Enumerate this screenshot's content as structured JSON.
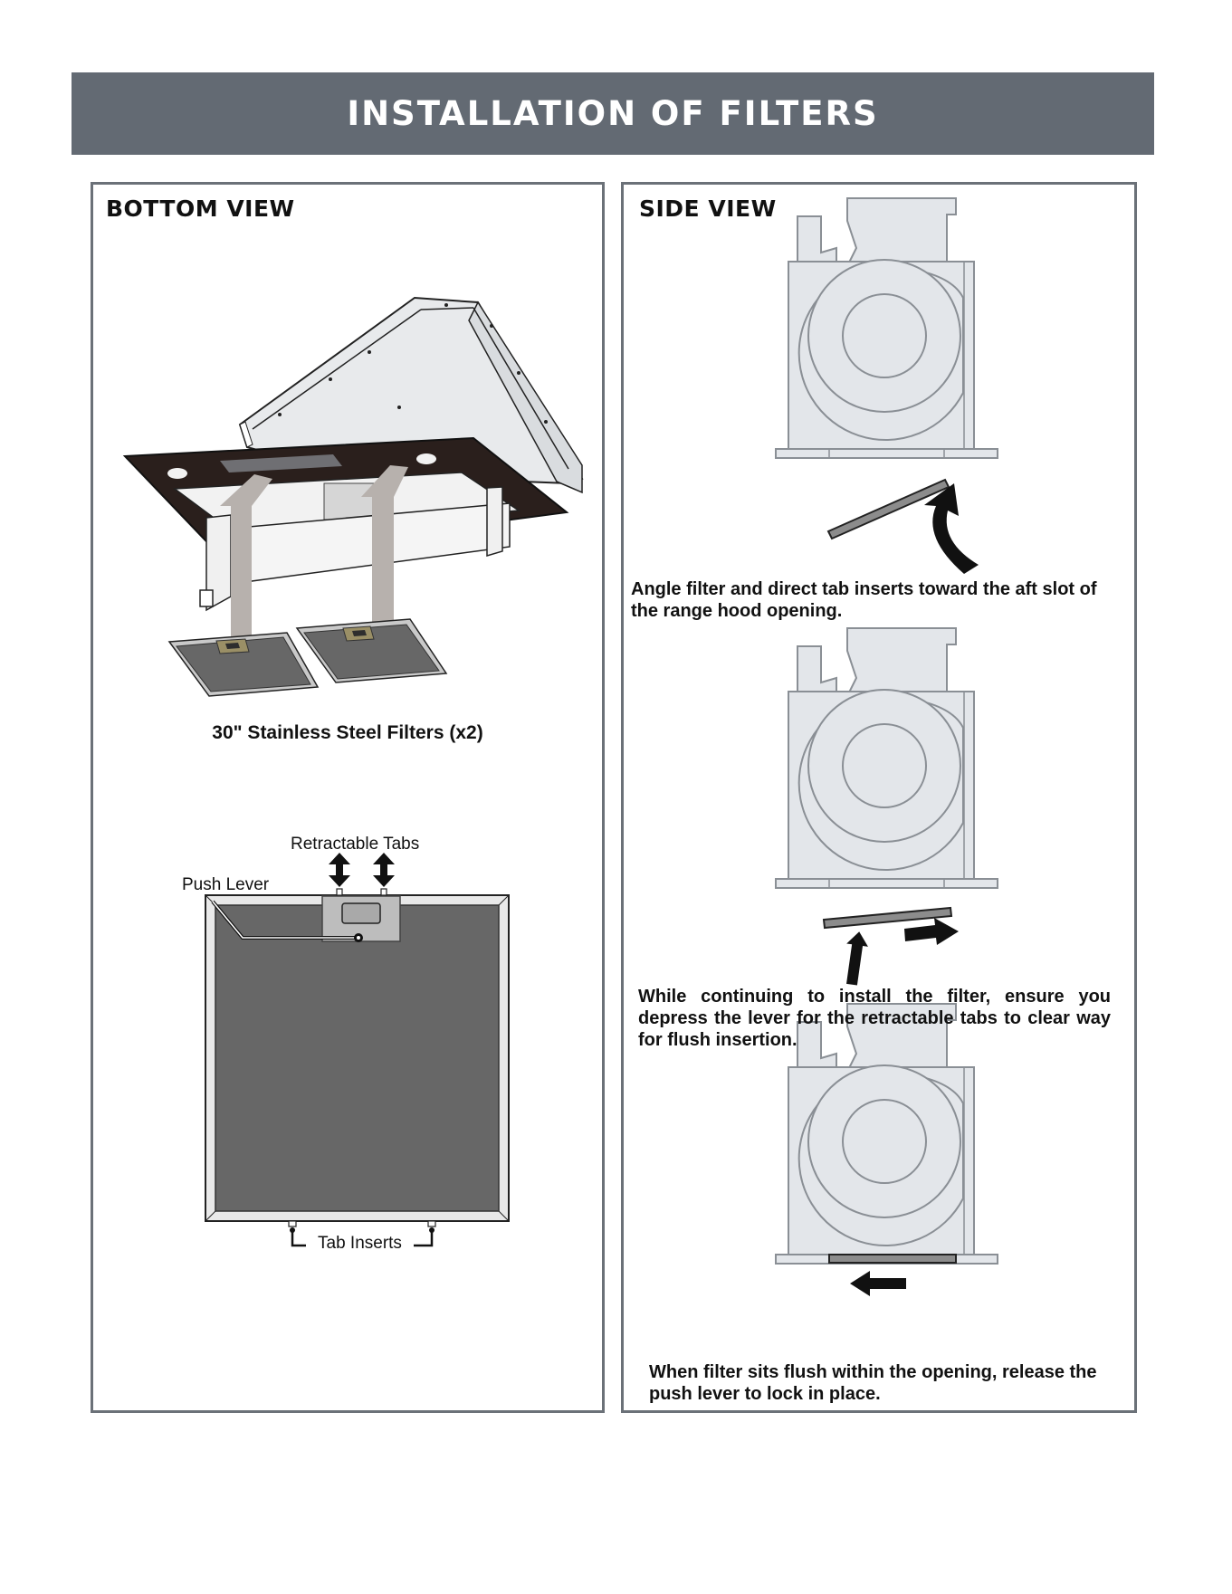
{
  "header": {
    "title": "INSTALLATION OF FILTERS"
  },
  "bottom_view": {
    "title": "BOTTOM VIEW",
    "filters_caption": "30\" Stainless Steel  Filters (x2)",
    "retractable_tabs_label": "Retractable Tabs",
    "push_lever_label": "Push Lever",
    "tab_inserts_label": "Tab Inserts"
  },
  "side_view": {
    "title": "SIDE VIEW",
    "step1": "Angle filter and direct tab inserts toward the aft slot of the range hood opening.",
    "step2": "While continuing to install the filter, ensure you depress the lever for the retractable tabs to clear way for flush insertion.",
    "step3": "When filter sits flush within the opening, release the push lever to lock in place."
  },
  "colors": {
    "banner": "#636a73",
    "panel_border": "#6b7178",
    "filter_mesh": "#676767",
    "upward_arrow": "#b7b1ad",
    "hood_body": "#e3e6ea"
  }
}
